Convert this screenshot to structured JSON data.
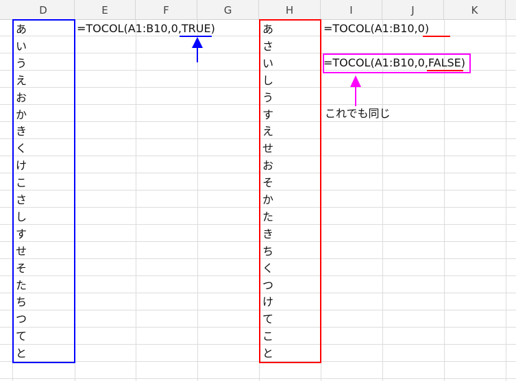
{
  "columns": [
    "D",
    "E",
    "F",
    "G",
    "H",
    "I",
    "J",
    "K"
  ],
  "col_d": [
    "あ",
    "い",
    "う",
    "え",
    "お",
    "か",
    "き",
    "く",
    "け",
    "こ",
    "さ",
    "し",
    "す",
    "せ",
    "そ",
    "た",
    "ち",
    "つ",
    "て",
    "と"
  ],
  "col_h": [
    "あ",
    "さ",
    "い",
    "し",
    "う",
    "す",
    "え",
    "せ",
    "お",
    "そ",
    "か",
    "た",
    "き",
    "ち",
    "く",
    "つ",
    "け",
    "て",
    "こ",
    "と"
  ],
  "formula_true": "=TOCOL(A1:B10,0,TRUE)",
  "formula_default": "=TOCOL(A1:B10,0)",
  "formula_false": "=TOCOL(A1:B10,0,FALSE)",
  "note": "これでも同じ",
  "colors": {
    "blue": "#0000ff",
    "red": "#ff0000",
    "magenta": "#ff00ff"
  }
}
